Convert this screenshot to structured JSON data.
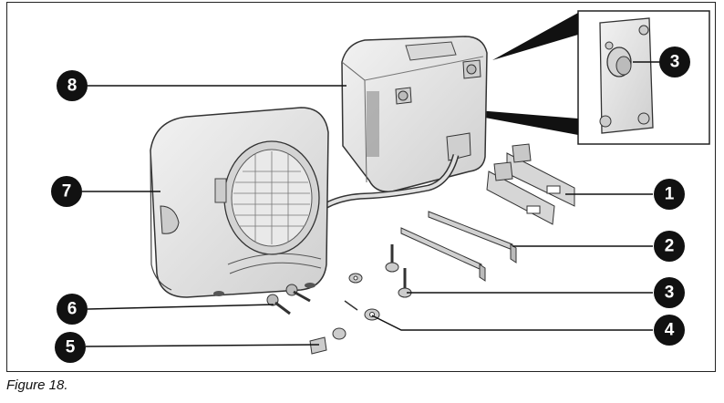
{
  "caption": "Figure 18.",
  "callouts": [
    {
      "id": "1",
      "label": "1"
    },
    {
      "id": "2",
      "label": "2"
    },
    {
      "id": "3",
      "label": "3"
    },
    {
      "id": "4",
      "label": "4"
    },
    {
      "id": "5",
      "label": "5"
    },
    {
      "id": "6",
      "label": "6"
    },
    {
      "id": "7",
      "label": "7"
    },
    {
      "id": "8",
      "label": "8"
    },
    {
      "id": "3b",
      "label": "3"
    }
  ],
  "colors": {
    "callout_fill": "#111111",
    "device_fill": "#e6e6e6",
    "device_stroke": "#333333",
    "shadow": "#bdbdbd"
  }
}
